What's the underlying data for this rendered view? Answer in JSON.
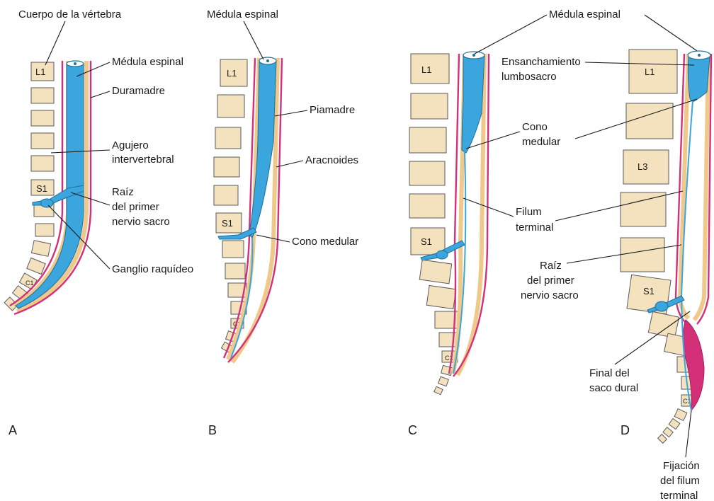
{
  "panels": {
    "A": {
      "letter": "A",
      "labels": {
        "cuerpo": "Cuerpo de la vértebra",
        "medula": "Médula espinal",
        "duramadre": "Duramadre",
        "agujero1": "Agujero",
        "agujero2": "intervertebral",
        "raiz1": "Raíz",
        "raiz2": "del primer",
        "raiz3": "nervio sacro",
        "ganglio": "Ganglio raquídeo"
      },
      "vertebrae": {
        "l1": "L1",
        "s1": "S1",
        "c1": "C1"
      }
    },
    "B": {
      "letter": "B",
      "labels": {
        "medula": "Médula espinal",
        "piamadre": "Piamadre",
        "aracnoides": "Aracnoides",
        "cono": "Cono medular"
      },
      "vertebrae": {
        "l1": "L1",
        "s1": "S1",
        "c1": "C1"
      }
    },
    "C": {
      "letter": "C",
      "labels": {
        "medula": "Médula espinal",
        "cono1": "Cono",
        "cono2": "medular",
        "filum1": "Filum",
        "filum2": "terminal"
      },
      "vertebrae": {
        "l1": "L1",
        "s1": "S1",
        "c1": "C1"
      }
    },
    "D": {
      "letter": "D",
      "labels": {
        "ensanch1": "Ensanchamiento",
        "ensanch2": "lumbosacro",
        "raiz1": "Raíz",
        "raiz2": "del primer",
        "raiz3": "nervio sacro",
        "final1": "Final del",
        "final2": "saco dural",
        "fijacion1": "Fijación",
        "fijacion2": "del filum",
        "fijacion3": "terminal"
      },
      "vertebrae": {
        "l1": "L1",
        "l3": "L3",
        "s1": "S1",
        "c1": "C1"
      }
    }
  },
  "colors": {
    "cord": "#3aa6dd",
    "dura": "#d4307a",
    "arachnoid": "#f0c98a",
    "vertebra": "#f3e2bd"
  }
}
